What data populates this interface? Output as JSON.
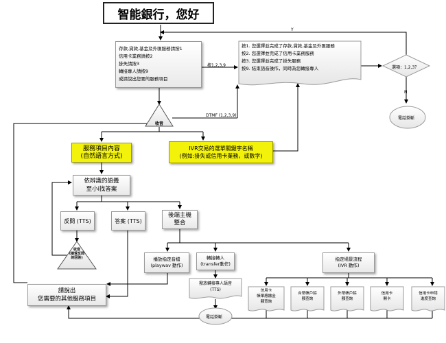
{
  "title": "智能銀行，您好",
  "main_menu": {
    "lines": [
      "存款,貸款,基金及外匯服務請按1",
      "信用卡業務請按2",
      "掛失請按3",
      "轉接專人請按9",
      "或請說出您要的服務項目"
    ]
  },
  "ivr_prompt": {
    "lines": [
      "按1. 您選擇並完成了存款,貸款,基金及外匯服務",
      "按2. 您選擇並完成了信用卡業務服務",
      "按3. 您選擇並完成了掛失服務",
      "按9. 結束語音操作，同時為您轉接專人"
    ]
  },
  "decision_option": "選項：1,2,3？",
  "label_y": "Y",
  "label_n": "N",
  "label_keys": "按1,2,3,9",
  "label_dtmf": "DTMF (1,2,3,9)",
  "hangup": "電話掛斷",
  "receive": "收音",
  "service_content": [
    "服務項目內容",
    "(自然語言方式)"
  ],
  "ivr_keywords": [
    "IVR交易的選單關鍵字名稱",
    "(例如:掛失或信用卡業務，或數字)"
  ],
  "find_answer": [
    "依辨識的語義",
    "至小i找答案"
  ],
  "ask_back": "反問 (TTS)",
  "answer": "答案 (TTS)",
  "backend": [
    "後端主機",
    "整合"
  ],
  "receive_small": [
    "收音",
    "(接受反問",
    "的回答)"
  ],
  "please_say": [
    "請說出",
    "您需要的其他服務項目"
  ],
  "play_audio": [
    "播放指定音檔",
    "(playwav 動作)"
  ],
  "transfer": [
    "轉接轉人",
    "(transfer動作)"
  ],
  "transfer_tts": [
    "撥放轉接專人語音",
    "(TTS)"
  ],
  "hangup_small": "電話掛斷",
  "scenario": [
    "指定場景流程",
    "(IVR 動作)"
  ],
  "ivr_items": [
    [
      "信用卡",
      "帳單應繳金",
      "額查詢"
    ],
    [
      "台幣帳戶餘",
      "額查詢"
    ],
    [
      "外幣帳戶餘",
      "額查詢"
    ],
    [
      "信用卡",
      "開卡"
    ],
    [
      "信用卡申請",
      "進度查詢"
    ]
  ]
}
